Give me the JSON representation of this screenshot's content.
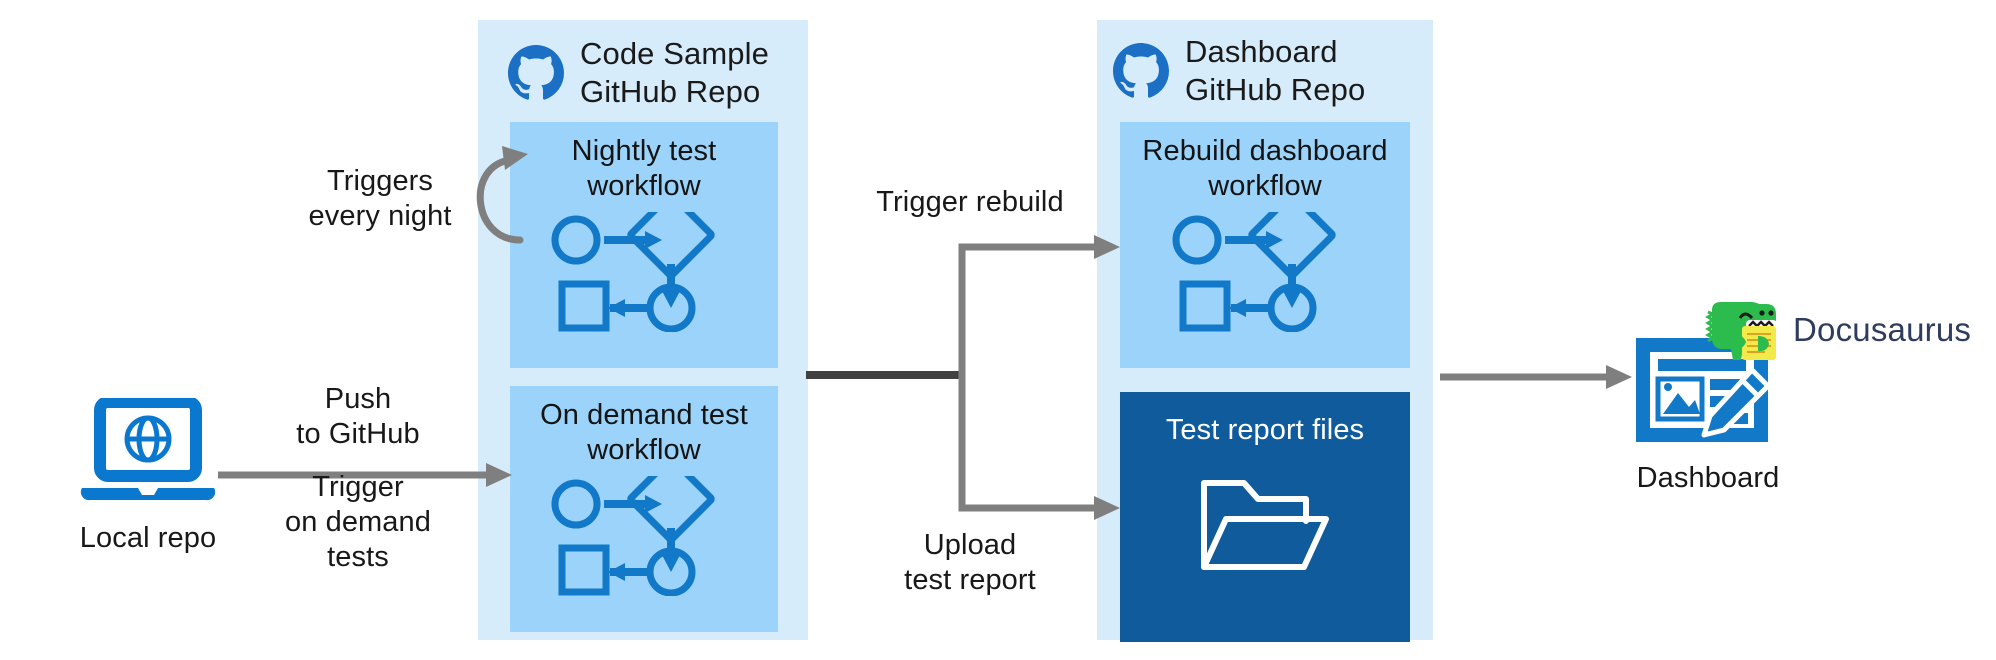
{
  "diagram": {
    "title": "GitHub Actions test-report dashboard pipeline",
    "colors": {
      "panel_bg": "#d6ecfb",
      "card_bg": "#9bd3fa",
      "dark_card_bg": "#0f5b9c",
      "accent_blue": "#1278c8",
      "github_blue": "#1b6fc4",
      "connector_gray": "#7f7f7f",
      "connector_dark": "#404040",
      "docusaurus_green": "#2bbc4d",
      "docusaurus_yellow": "#f2e94b",
      "docusaurus_text": "#2e3c5d",
      "text": "#181818"
    }
  },
  "local": {
    "icon": "laptop-globe-icon",
    "caption": "Local repo"
  },
  "code_repo": {
    "icon": "github-octocat-icon",
    "title": "Code Sample\nGitHub Repo",
    "workflows": [
      {
        "id": "nightly",
        "title": "Nightly test\nworkflow",
        "icon": "workflow-diagram-icon"
      },
      {
        "id": "on-demand",
        "title": "On demand test\nworkflow",
        "icon": "workflow-diagram-icon"
      }
    ]
  },
  "dashboard_repo": {
    "icon": "github-octocat-icon",
    "title": "Dashboard\nGitHub Repo",
    "workflows": [
      {
        "id": "rebuild",
        "title": "Rebuild dashboard\nworkflow",
        "icon": "workflow-diagram-icon"
      }
    ],
    "artifact": {
      "id": "test-report-files",
      "title": "Test report files",
      "icon": "open-folder-icon"
    }
  },
  "dashboard_output": {
    "icon": "dashboard-page-pencil-icon",
    "mascot_icon": "docusaurus-dino-icon",
    "mascot_label": "Docusaurus",
    "caption": "Dashboard"
  },
  "connectors": {
    "triggers_every_night": "Triggers\nevery night",
    "push_to_github": "Push\nto GitHub",
    "trigger_on_demand": "Trigger\non demand\ntests",
    "trigger_rebuild": "Trigger rebuild",
    "upload_test_report": "Upload\ntest report"
  }
}
